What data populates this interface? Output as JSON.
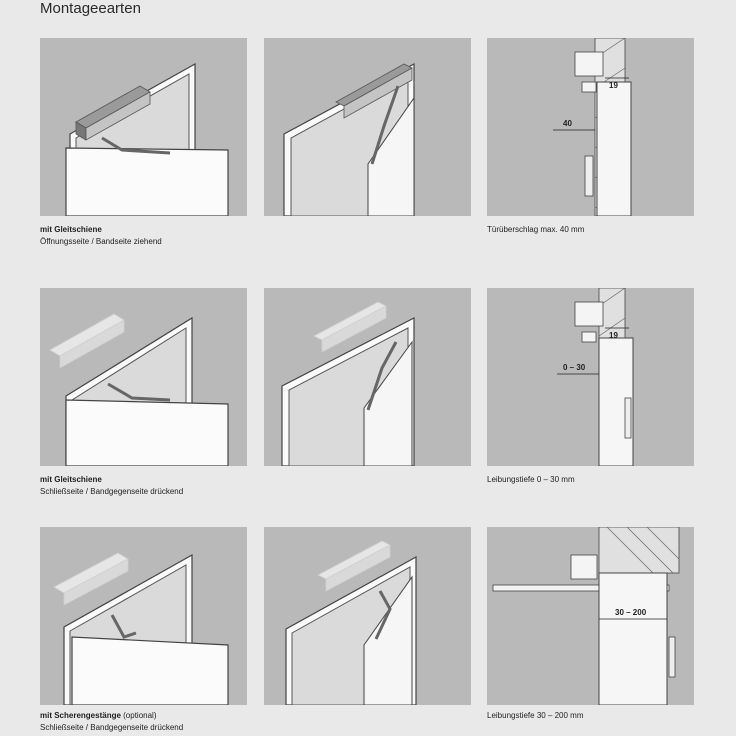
{
  "title": "Montageearten",
  "rows": [
    {
      "caption_bold": "mit Gleitschiene",
      "caption_extra": "",
      "caption_sub": "Öffnungsseite / Bandseite ziehend",
      "detail_caption": "Türüberschlag max. 40 mm",
      "dims": [
        "40",
        "19"
      ]
    },
    {
      "caption_bold": "mit Gleitschiene",
      "caption_extra": "",
      "caption_sub": "Schließseite / Bandgegenseite drückend",
      "detail_caption": "Leibungstiefe 0 – 30 mm",
      "dims": [
        "0 – 30",
        "19"
      ]
    },
    {
      "caption_bold": "mit Scherengestänge",
      "caption_extra": " (optional)",
      "caption_sub": "Schließseite / Bandgegenseite drückend",
      "detail_caption": "Leibungstiefe 30 – 200 mm",
      "dims": [
        "30 – 200"
      ]
    }
  ]
}
